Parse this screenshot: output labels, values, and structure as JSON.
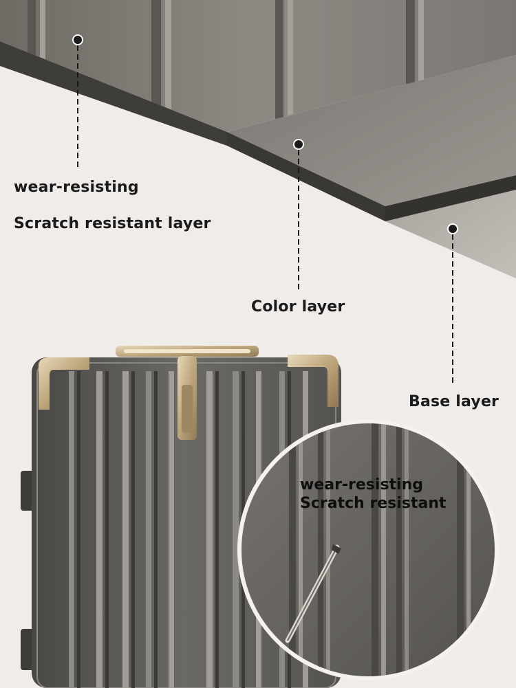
{
  "labels": {
    "wear": "wear-resisting",
    "scratch": "Scratch resistant layer",
    "color": "Color layer",
    "base": "Base layer"
  },
  "zoom": {
    "line1": "wear-resisting",
    "line2": "Scratch resistant"
  },
  "colors": {
    "background": "#efecea",
    "shell": "#5c5a55",
    "accent_gold": "#c9b48e"
  }
}
